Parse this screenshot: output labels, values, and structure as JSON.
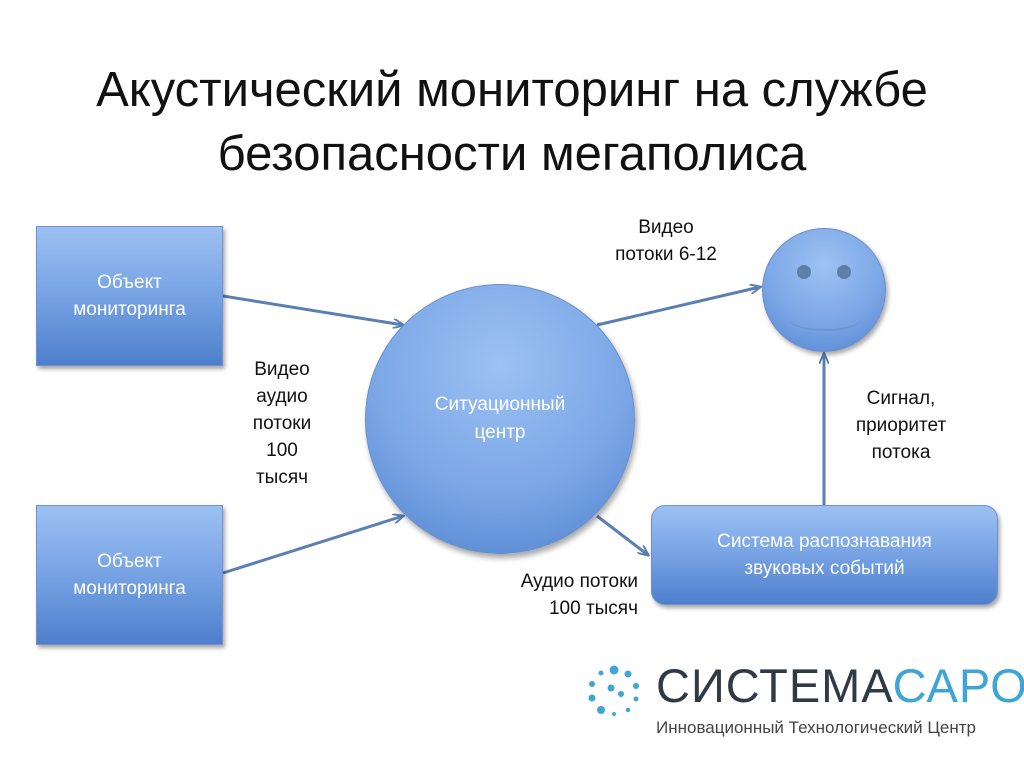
{
  "slide": {
    "title_line1": "Акустический мониторинг на службе",
    "title_line2": "безопасности мегаполиса"
  },
  "diagram": {
    "monitor_object_1": {
      "line1": "Объект",
      "line2": "мониторинга"
    },
    "monitor_object_2": {
      "line1": "Объект",
      "line2": "мониторинга"
    },
    "situation_center": {
      "line1": "Ситуационный",
      "line2": "центр"
    },
    "recognition_system": {
      "line1": "Система распознавания",
      "line2": "звуковых событий"
    },
    "operator": {
      "icon": "smiley-face-icon"
    },
    "labels": {
      "video_streams": {
        "line1": "Видео",
        "line2": "потоки 6-12"
      },
      "input_streams": {
        "line1": "Видео",
        "line2": "аудио",
        "line3": "потоки",
        "line4": "100",
        "line5": "тысяч"
      },
      "audio_streams": {
        "line1": "Аудио потоки",
        "line2": "100 тысяч"
      },
      "signal": {
        "line1": "Сигнал,",
        "line2": "приоритет",
        "line3": "потока"
      }
    },
    "colors": {
      "shape_fill": "#7aa6e6",
      "arrow": "#5a7fb5"
    }
  },
  "logo": {
    "name_part1": "СИСТЕМА",
    "name_part2": "САРОВ",
    "tagline": "Инновационный Технологический Центр",
    "colors": {
      "dark": "#2f3a45",
      "accent": "#3ea5d6"
    },
    "icon": "dotted-ring-icon"
  }
}
